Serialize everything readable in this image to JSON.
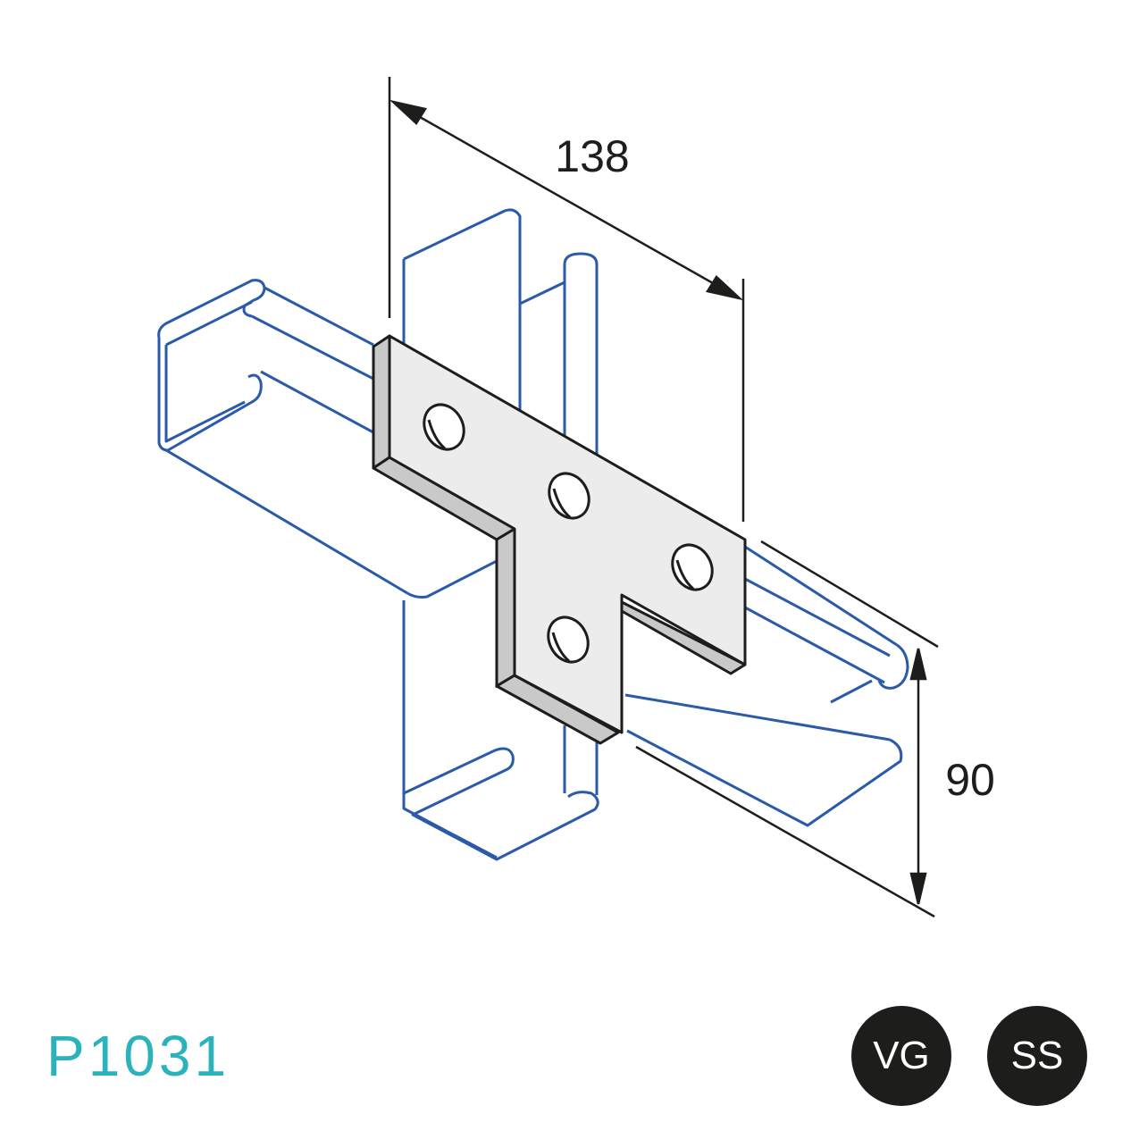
{
  "diagram": {
    "dimension_width": "138",
    "dimension_height": "90"
  },
  "product": {
    "code": "P1031"
  },
  "finishes": [
    "VG",
    "SS"
  ],
  "colors": {
    "channel_outline": "#2a5aa8",
    "plate_fill": "#ececec",
    "plate_edge": "#c9c9c9",
    "line": "#1d1d1b",
    "part_code": "#2bb3bd",
    "badge": "#1d1d1b"
  }
}
